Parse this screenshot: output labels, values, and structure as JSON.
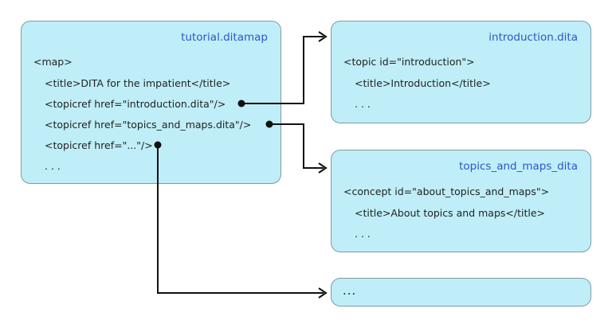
{
  "map_box": {
    "title": "tutorial.ditamap",
    "lines": [
      "<map>",
      "<title>DITA for the impatient</title>",
      "<topicref href=\"introduction.dita\"/>",
      "<topicref href=\"topics_and_maps.dita\"/>",
      "<topicref href=\"...\"/>",
      ". . ."
    ]
  },
  "intro_box": {
    "title": "introduction.dita",
    "lines": [
      "<topic id=\"introduction\">",
      "<title>Introduction</title>",
      ". . ."
    ]
  },
  "topics_box": {
    "title": "topics_and_maps_dita",
    "lines": [
      "<concept id=\"about_topics_and_maps\">",
      "<title>About topics and maps</title>",
      ". . ."
    ]
  },
  "more_box": {
    "label": "..."
  },
  "colors": {
    "box_fill": "#bfeef8",
    "box_border": "#7f9aa3",
    "title_text": "#2f55c9",
    "connector": "#111111"
  }
}
